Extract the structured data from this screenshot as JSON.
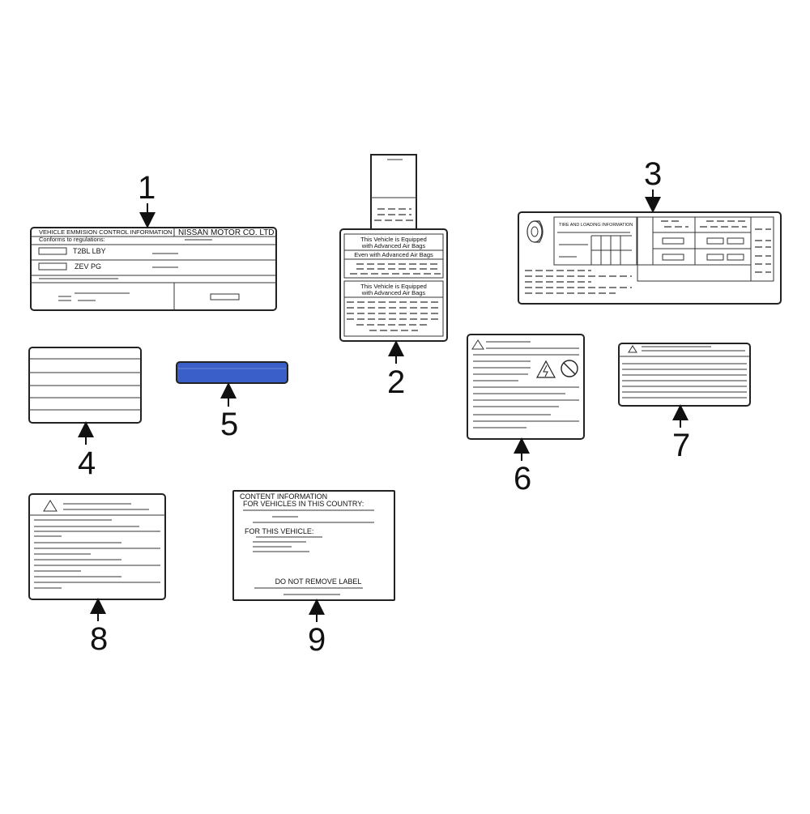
{
  "callouts": [
    "1",
    "2",
    "3",
    "4",
    "5",
    "6",
    "7",
    "8",
    "9"
  ],
  "label1": {
    "title": "VEHICLE EMMISION CONTROL INFORMATION",
    "maker": "NISSAN MOTOR CO. LTD",
    "conforms": "Conforms to regulations:",
    "row1": "T2BL LBY",
    "row2": "ZEV PG"
  },
  "label2": {
    "box1_line1": "This Vehicle is Equipped",
    "box1_line2": "with Advanced Air Bags",
    "box1_line3": "Even with Advanced Air Bags",
    "box2_line1": "This Vehicle is Equipped",
    "box2_line2": "with Advanced Air Bags"
  },
  "label3": {
    "title": "TIRE AND LOADING INFORMATION"
  },
  "label5": {
    "color": "#3a5fc8"
  },
  "label9": {
    "title": "CONTENT INFORMATION",
    "country": "FOR VEHICLES IN THIS COUNTRY:",
    "vehicle": "FOR THIS VEHICLE:",
    "footer": "DO NOT REMOVE LABEL"
  }
}
